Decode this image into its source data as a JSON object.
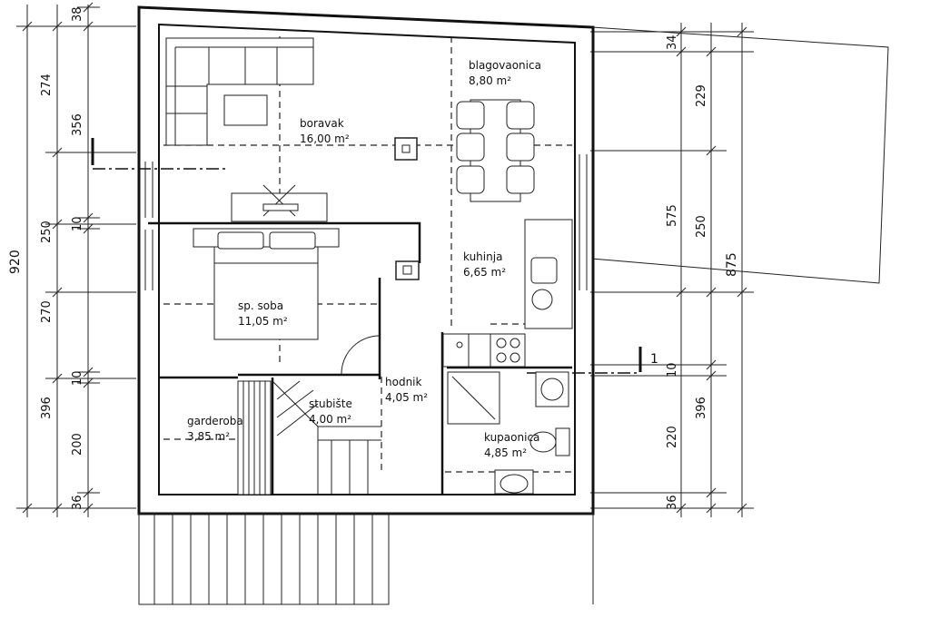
{
  "rooms": [
    {
      "name": "boravak",
      "area": "16,00 m²"
    },
    {
      "name": "blagovaonica",
      "area": "8,80 m²"
    },
    {
      "name": "kuhinja",
      "area": "6,65 m²"
    },
    {
      "name": "sp. soba",
      "area": "11,05 m²"
    },
    {
      "name": "hodnik",
      "area": "4,05 m²"
    },
    {
      "name": "stubište",
      "area": "4,00 m²"
    },
    {
      "name": "garderoba",
      "area": "3,85 m²"
    },
    {
      "name": "kupaonica",
      "area": "4,85 m²"
    }
  ],
  "dimensions": {
    "left_outer": [
      "920"
    ],
    "left_mid": [
      "274",
      "250",
      "270",
      "396"
    ],
    "left_inner": [
      "38",
      "356",
      "10",
      "10",
      "200",
      "36"
    ],
    "right_inner": [
      "34",
      "229",
      "250",
      "10",
      "220",
      "36"
    ],
    "right_mid": [
      "575",
      "396"
    ],
    "right_outer": [
      "875"
    ]
  },
  "section_marker": "1"
}
